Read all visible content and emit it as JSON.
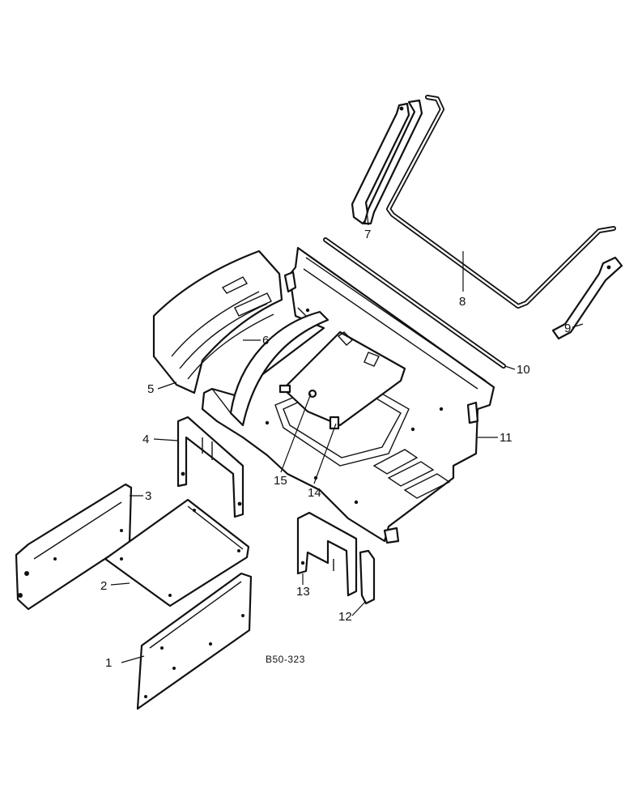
{
  "figure": {
    "reference_code": "B50-323"
  },
  "callouts": [
    {
      "id": "1",
      "text": "1"
    },
    {
      "id": "2",
      "text": "2"
    },
    {
      "id": "3",
      "text": "3"
    },
    {
      "id": "4",
      "text": "4"
    },
    {
      "id": "5",
      "text": "5"
    },
    {
      "id": "6",
      "text": "6"
    },
    {
      "id": "7",
      "text": "7"
    },
    {
      "id": "8",
      "text": "8"
    },
    {
      "id": "9",
      "text": "9"
    },
    {
      "id": "10",
      "text": "10"
    },
    {
      "id": "11",
      "text": "11"
    },
    {
      "id": "12",
      "text": "12"
    },
    {
      "id": "13",
      "text": "13"
    },
    {
      "id": "14",
      "text": "14"
    },
    {
      "id": "15",
      "text": "15"
    }
  ]
}
